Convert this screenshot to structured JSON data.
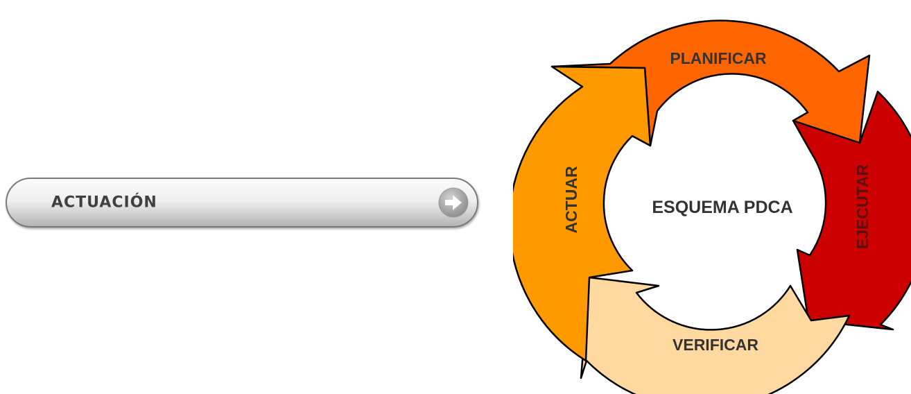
{
  "button": {
    "label": "ACTUACIÓN",
    "icon": "arrow-right-circle-icon"
  },
  "diagram": {
    "center_label": "ESQUEMA PDCA",
    "segments": [
      {
        "label": "PLANIFICAR",
        "color": "#FF6600"
      },
      {
        "label": "EJECUTAR",
        "color": "#CC0000"
      },
      {
        "label": "VERIFICAR",
        "color": "#FFD9A0"
      },
      {
        "label": "ACTUAR",
        "color": "#FF9900"
      }
    ]
  }
}
